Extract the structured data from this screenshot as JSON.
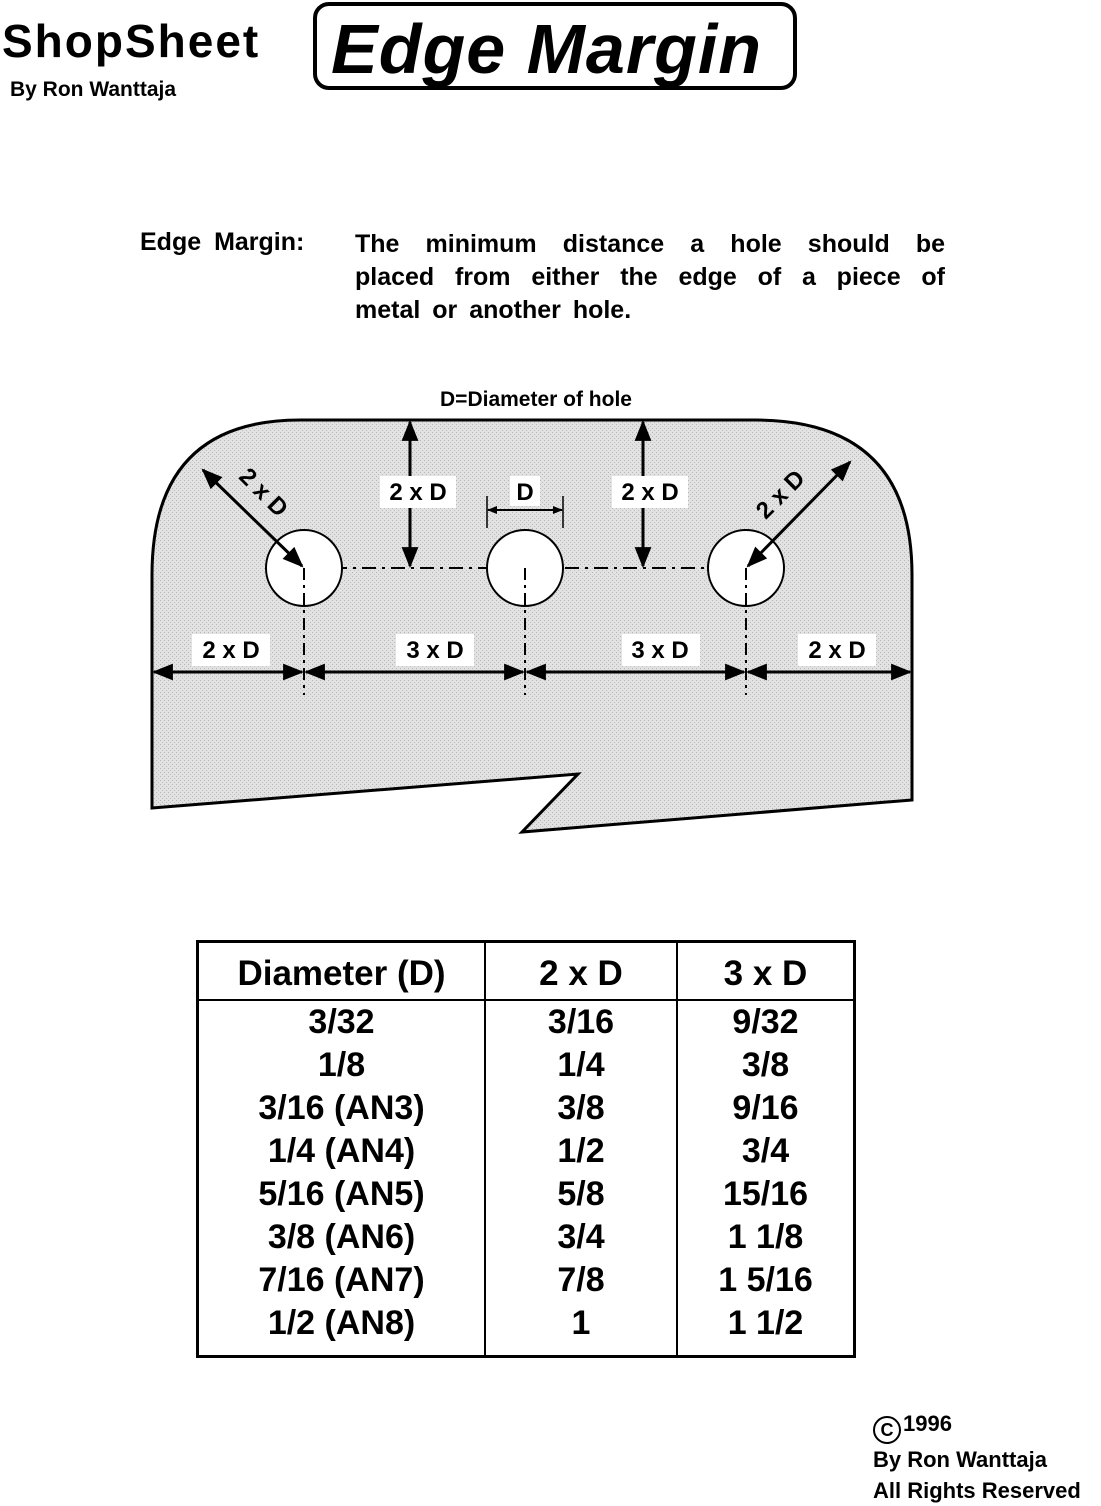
{
  "header": {
    "brand": "ShopSheet",
    "byline": "By Ron Wanttaja",
    "title": "Edge Margin"
  },
  "definition": {
    "term": "Edge Margin:",
    "text": "The minimum distance a hole should be placed from either the edge of a piece of metal or another hole."
  },
  "diagram": {
    "caption": "D=Diameter of hole",
    "label_2xd": "2 x D",
    "label_3xd": "3 x D",
    "label_d": "D"
  },
  "table": {
    "headers": [
      "Diameter (D)",
      "2 x D",
      "3 x D"
    ],
    "rows": [
      [
        "3/32",
        "3/16",
        "9/32"
      ],
      [
        "1/8",
        "1/4",
        "3/8"
      ],
      [
        "3/16 (AN3)",
        "3/8",
        "9/16"
      ],
      [
        "1/4 (AN4)",
        "1/2",
        "3/4"
      ],
      [
        "5/16 (AN5)",
        "5/8",
        "15/16"
      ],
      [
        "3/8 (AN6)",
        "3/4",
        "1 1/8"
      ],
      [
        "7/16 (AN7)",
        "7/8",
        "1 5/16"
      ],
      [
        "1/2 (AN8)",
        "1",
        "1 1/2"
      ]
    ]
  },
  "copyright": {
    "symbol": "C",
    "year": "1996",
    "author": "By Ron Wanttaja",
    "rights": "All Rights Reserved"
  }
}
